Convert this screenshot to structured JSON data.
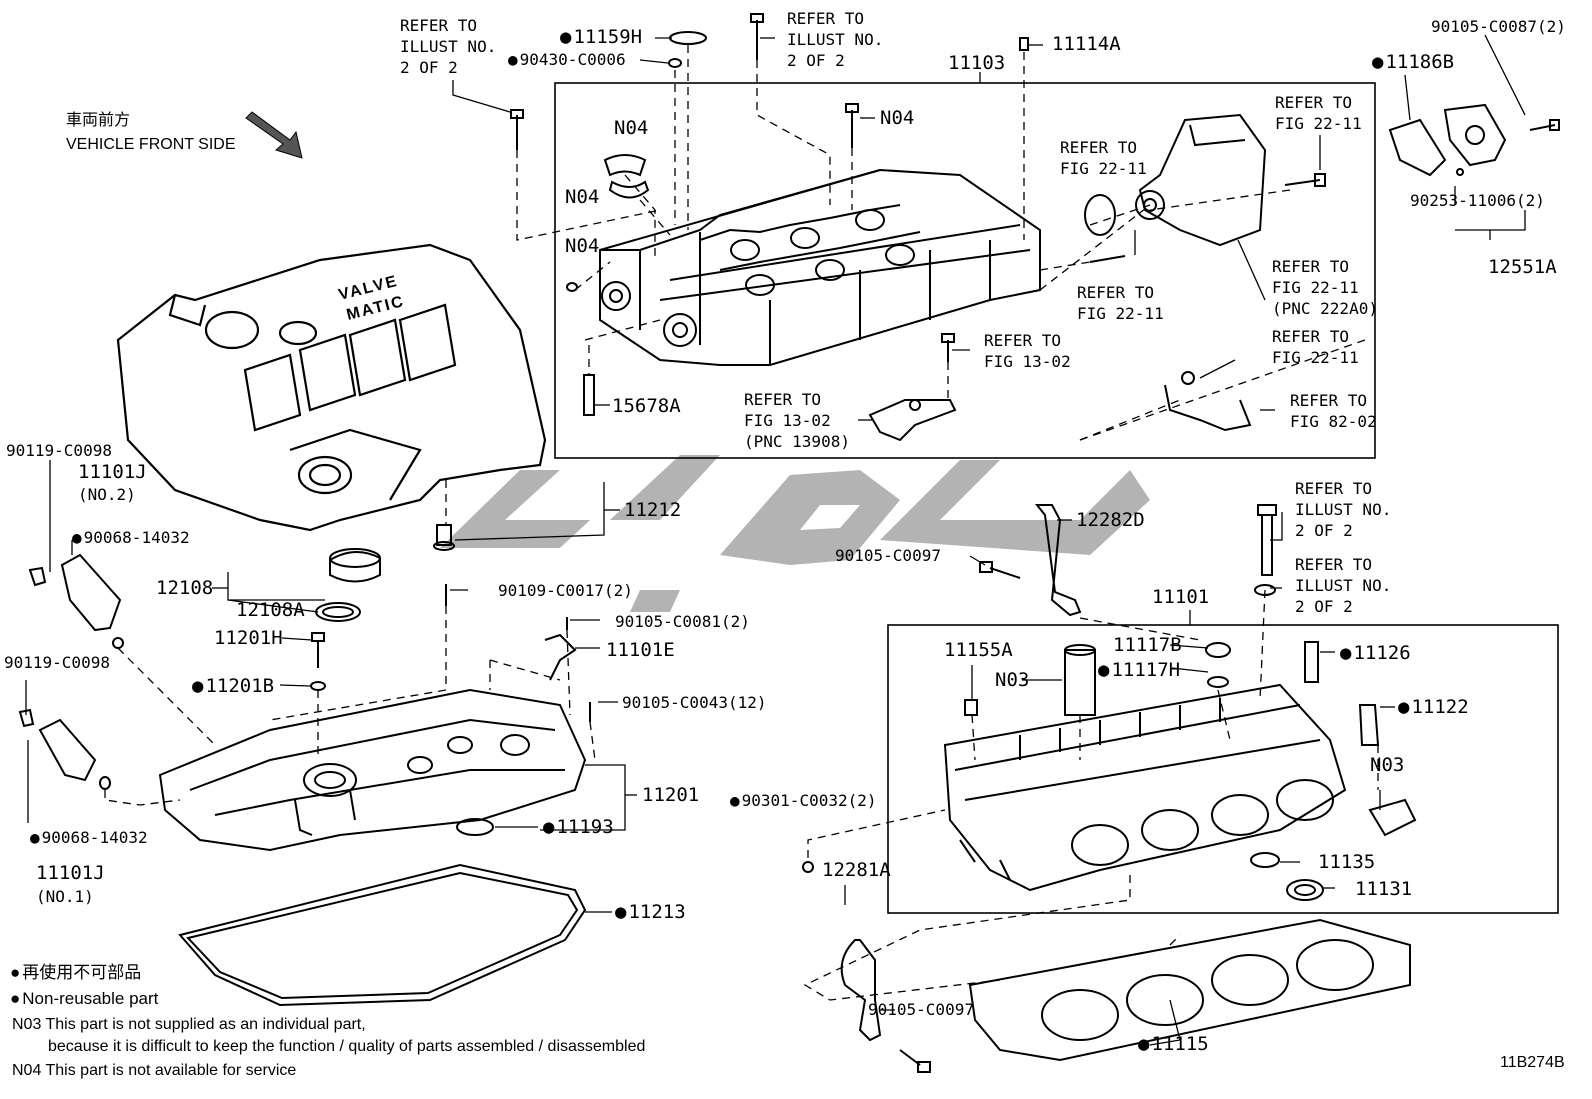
{
  "header": {
    "direction_jp": "車両前方",
    "direction_en": "VEHICLE FRONT SIDE"
  },
  "cover_emblem": {
    "line1": "VALVE",
    "line2": "MATIC"
  },
  "labels": {
    "refer_illust_1": "REFER TO\nILLUST NO.\n2 OF 2",
    "refer_illust_2": "REFER TO\nILLUST NO.\n2 OF 2",
    "refer_illust_3": "REFER TO\nILLUST NO.\n2 OF 2",
    "refer_illust_4": "REFER TO\nILLUST NO.\n2 OF 2",
    "p11159H": "11159H",
    "p90430": "90430-C0006",
    "p11103": "11103",
    "p11114A": "11114A",
    "p90105_C0087": "90105-C0087(2)",
    "p11186B": "11186B",
    "n04_a": "N04",
    "n04_b": "N04",
    "n04_c": "N04",
    "n04_d": "N04",
    "refer_fig_22_11_a": "REFER TO\nFIG 22-11",
    "refer_fig_22_11_b": "REFER TO\nFIG 22-11",
    "refer_fig_22_11_c": "REFER TO\nFIG 22-11",
    "refer_fig_22_11_d": "REFER TO\nFIG 22-11\n(PNC 222A0)",
    "refer_fig_22_11_e": "REFER TO\nFIG 22-11",
    "p90253": "90253-11006(2)",
    "p12551A": "12551A",
    "refer_fig_13_02_a": "REFER TO\nFIG 13-02",
    "refer_fig_13_02_b": "REFER TO\nFIG 13-02\n(PNC 13908)",
    "refer_fig_82_02": "REFER TO\nFIG 82-02",
    "p15678A": "15678A",
    "p90119_a": "90119-C0098",
    "p11101J_a": "11101J",
    "p11101J_a_sub": "(NO.2)",
    "p90068_a": "90068-14032",
    "p11212": "11212",
    "p12282D": "12282D",
    "p90105_C0097_a": "90105-C0097",
    "p12108": "12108",
    "p12108A": "12108A",
    "p90109": "90109-C0017(2)",
    "p90105_C0081": "90105-C0081(2)",
    "p11201H": "11201H",
    "p11101E": "11101E",
    "p11201B": "11201B",
    "p90105_C0043": "90105-C0043(12)",
    "p90119_b": "90119-C0098",
    "p11201": "11201",
    "p11193": "11193",
    "p90068_b": "90068-14032",
    "p11101J_b": "11101J",
    "p11101J_b_sub": "(NO.1)",
    "p11213": "11213",
    "p11101": "11101",
    "p11155A": "11155A",
    "n03_a": "N03",
    "p11117B": "11117B",
    "p11117H": "11117H",
    "p11126": "11126",
    "p11122": "11122",
    "n03_b": "N03",
    "p90301": "90301-C0032(2)",
    "p12281A": "12281A",
    "p11135": "11135",
    "p11131": "11131",
    "p90105_C0097_b": "90105-C0097",
    "p11115": "11115"
  },
  "legend": {
    "non_reusable_jp": "再使用不可部品",
    "non_reusable_en": "Non-reusable part",
    "n03_note_1": "N03 This part is not supplied as an individual part,",
    "n03_note_2": "because it is difficult to keep the function / quality of parts assembled / disassembled",
    "n04_note": "N04 This part is not available for service"
  },
  "figure_id": "11B274B"
}
